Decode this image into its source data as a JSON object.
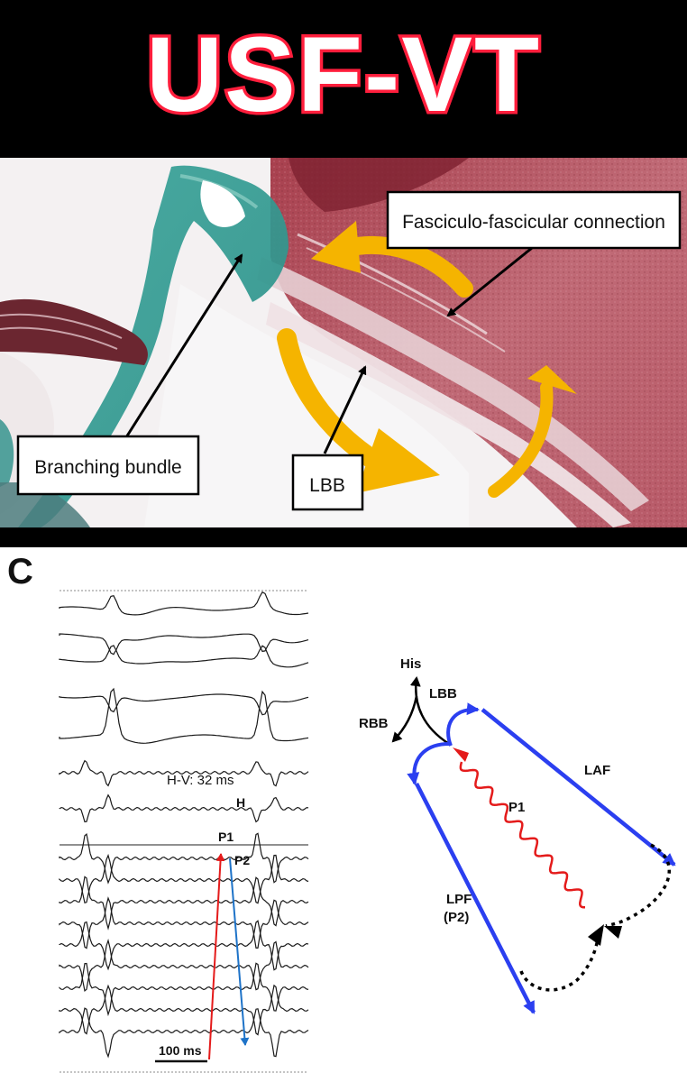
{
  "title": "USF-VT",
  "histology": {
    "labels": {
      "connection": "Fasciculo-fascicular connection",
      "branching": "Branching bundle",
      "lbb": "LBB"
    }
  },
  "panel_c": {
    "letter": "C",
    "ecg": {
      "hv": "H-V: 32 ms",
      "h": "H",
      "p1": "P1",
      "p2": "P2",
      "scale": "100 ms"
    },
    "schematic": {
      "his": "His",
      "rbb": "RBB",
      "lbb": "LBB",
      "laf": "LAF",
      "p1": "P1",
      "lpf": "LPF",
      "lpf_p2": "(P2)"
    }
  },
  "colors": {
    "title_outline": "#ff1e3c",
    "arrow_orange": "#f5b400",
    "path_blue": "#2b3ff0",
    "path_red": "#e41b1b"
  }
}
